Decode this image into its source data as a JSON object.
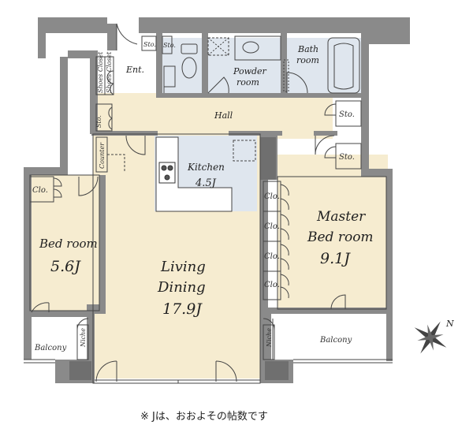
{
  "rooms": {
    "ent": "Ent.",
    "sto": "Sto.",
    "powder_line1": "Powder",
    "powder_line2": "room",
    "bath_line1": "Bath",
    "bath_line2": "room",
    "hall": "Hall",
    "shoes_closet": "Shoes Closet",
    "counter": "Counter",
    "kitchen": "Kitchen",
    "kitchen_size": "4.5J",
    "clo": "Clo.",
    "bedroom": "Bed room",
    "bedroom_size": "5.6J",
    "living": "Living",
    "dining": "Dining",
    "living_size": "17.9J",
    "master_line1": "Master",
    "master_line2": "Bed room",
    "master_size": "9.1J",
    "balcony": "Balcony",
    "niche": "Niche"
  },
  "compass": {
    "label": "N"
  },
  "footnote": "※ Jは、おおよその帖数です",
  "colors": {
    "wall": "#8a8a8a",
    "wall_dark": "#6f6f6f",
    "floor_wood": "#f6ecd0",
    "floor_tile": "#dfe6ee",
    "floor_white": "#ffffff",
    "kitchen_fill": "#dfe6ee",
    "line": "#444444"
  }
}
